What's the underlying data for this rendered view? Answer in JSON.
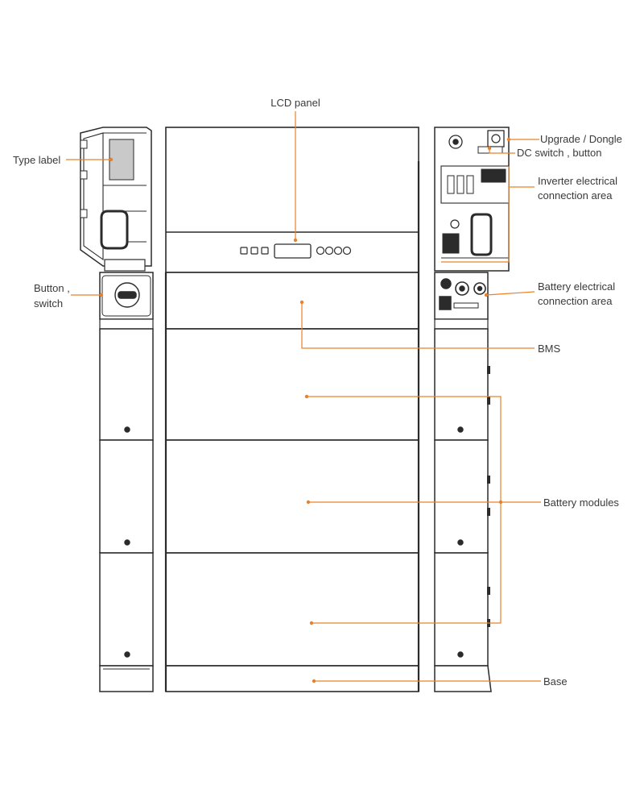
{
  "labels": {
    "lcd_panel": "LCD panel",
    "type_label": "Type label",
    "button_switch_line1": "Button ,",
    "button_switch_line2": "switch",
    "upgrade_dongle": "Upgrade / Dongle",
    "dc_switch_button": "DC switch , button",
    "inverter_area_line1": "Inverter electrical",
    "inverter_area_line2": "connection area",
    "battery_area_line1": "Battery electrical",
    "battery_area_line2": "connection area",
    "bms": "BMS",
    "battery_modules": "Battery modules",
    "base": "Base"
  },
  "colors": {
    "leader": "#e8822a",
    "outline": "#2b2b2b",
    "fill": "#ffffff",
    "shade": "#c9c9c9",
    "text": "#3a3a3a"
  }
}
